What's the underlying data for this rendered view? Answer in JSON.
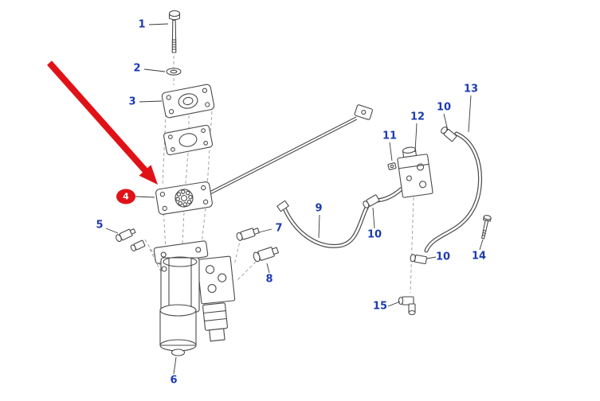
{
  "diagram": {
    "type": "exploded-parts-diagram",
    "description": "Exploded view of a hydraulic steering unit assembly with numbered part callouts",
    "selected_part": "4",
    "colors": {
      "background": "#ffffff",
      "callout_text": "#1d3bb0",
      "drawing_lines": "#4a4a4a",
      "highlight": "#e01218",
      "highlight_text": "#ffffff"
    },
    "annotations": {
      "arrow_target_part": "4",
      "arrow_color": "#e01218"
    },
    "callouts": [
      {
        "label": "1"
      },
      {
        "label": "2"
      },
      {
        "label": "3"
      },
      {
        "label": "4",
        "highlighted": true
      },
      {
        "label": "5"
      },
      {
        "label": "6"
      },
      {
        "label": "7"
      },
      {
        "label": "8"
      },
      {
        "label": "9"
      },
      {
        "label": "10"
      },
      {
        "label": "10"
      },
      {
        "label": "10"
      },
      {
        "label": "11"
      },
      {
        "label": "12"
      },
      {
        "label": "13"
      },
      {
        "label": "14"
      },
      {
        "label": "15"
      }
    ]
  }
}
